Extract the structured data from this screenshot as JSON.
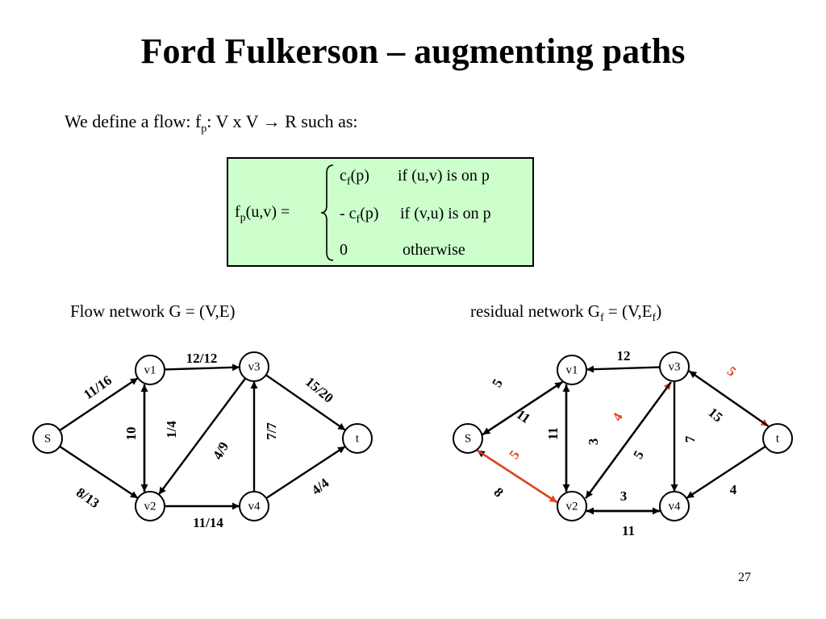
{
  "slide": {
    "title": "Ford Fulkerson – augmenting paths",
    "intro": {
      "pre": "We define a flow: f",
      "sub": "p",
      "mid": ": V x V ",
      "arrow": "→",
      "post": " R such as:"
    },
    "definition": {
      "lhs_pre": "f",
      "lhs_sub": "p",
      "lhs_post": "(u,v) =",
      "cases": [
        {
          "value_pre": "c",
          "value_sub": "f",
          "value_post": "(p)",
          "condition": "if (u,v) is on p"
        },
        {
          "value_pre": "- c",
          "value_sub": "f",
          "value_post": "(p)",
          "condition": "if (v,u) is on p"
        },
        {
          "value_pre": "0",
          "value_sub": "",
          "value_post": "",
          "condition": "otherwise"
        }
      ]
    },
    "page_number": "27"
  },
  "left_graph": {
    "caption": "Flow network G = (V,E)",
    "nodes": [
      {
        "id": "S",
        "label": "S"
      },
      {
        "id": "v1",
        "label": "v1"
      },
      {
        "id": "v2",
        "label": "v2"
      },
      {
        "id": "v3",
        "label": "v3"
      },
      {
        "id": "v4",
        "label": "v4"
      },
      {
        "id": "t",
        "label": "t"
      }
    ],
    "edges": [
      {
        "from": "S",
        "to": "v1",
        "label": "11/16"
      },
      {
        "from": "S",
        "to": "v2",
        "label": "8/13"
      },
      {
        "from": "v1",
        "to": "v3",
        "label": "12/12"
      },
      {
        "from": "v1",
        "to": "v2",
        "label": "10"
      },
      {
        "from": "v2",
        "to": "v1",
        "label": "1/4"
      },
      {
        "from": "v3",
        "to": "v2",
        "label": "4/9"
      },
      {
        "from": "v2",
        "to": "v4",
        "label": "11/14"
      },
      {
        "from": "v4",
        "to": "v3",
        "label": "7/7"
      },
      {
        "from": "v3",
        "to": "t",
        "label": "15/20"
      },
      {
        "from": "v4",
        "to": "t",
        "label": "4/4"
      }
    ]
  },
  "right_graph": {
    "caption": {
      "pre": "residual network G",
      "sub1": "f",
      "mid": " = (V,E",
      "sub2": "f",
      "post": ")"
    },
    "highlight_color": "#e8401c",
    "nodes": [
      {
        "id": "S",
        "label": "S"
      },
      {
        "id": "v1",
        "label": "v1"
      },
      {
        "id": "v2",
        "label": "v2"
      },
      {
        "id": "v3",
        "label": "v3"
      },
      {
        "id": "v4",
        "label": "v4"
      },
      {
        "id": "t",
        "label": "t"
      }
    ],
    "edges": [
      {
        "from": "v1",
        "to": "S",
        "label": "5",
        "highlight": false
      },
      {
        "from": "S",
        "to": "v1",
        "label": "11",
        "highlight": false
      },
      {
        "from": "v3",
        "to": "v1",
        "label": "12",
        "highlight": false
      },
      {
        "from": "v1",
        "to": "v2",
        "label": "11",
        "highlight": false
      },
      {
        "from": "v2",
        "to": "v1",
        "label": "3",
        "highlight": false
      },
      {
        "from": "v2",
        "to": "S",
        "label": "8",
        "highlight": false
      },
      {
        "from": "S",
        "to": "v2",
        "label": "5",
        "highlight": true
      },
      {
        "from": "v2",
        "to": "v3",
        "label": "4",
        "highlight": true
      },
      {
        "from": "v3",
        "to": "v2",
        "label": "5",
        "highlight": false
      },
      {
        "from": "v2",
        "to": "v4",
        "label": "3",
        "highlight": false
      },
      {
        "from": "v4",
        "to": "v2",
        "label": "11",
        "highlight": false
      },
      {
        "from": "v3",
        "to": "v4",
        "label": "7",
        "highlight": false
      },
      {
        "from": "v3",
        "to": "t",
        "label": "5",
        "highlight": true
      },
      {
        "from": "t",
        "to": "v3",
        "label": "15",
        "highlight": false
      },
      {
        "from": "t",
        "to": "v4",
        "label": "4",
        "highlight": false
      }
    ]
  }
}
